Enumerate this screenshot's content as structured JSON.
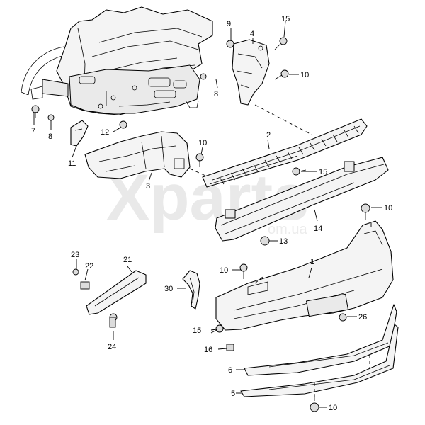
{
  "watermark": {
    "main": "Xparts",
    "sub": "om.ua"
  },
  "labels": [
    {
      "id": "p1",
      "text": "1"
    },
    {
      "id": "p2",
      "text": "2"
    },
    {
      "id": "p3",
      "text": "3"
    },
    {
      "id": "p4",
      "text": "4"
    },
    {
      "id": "p5",
      "text": "5"
    },
    {
      "id": "p6",
      "text": "6"
    },
    {
      "id": "p7",
      "text": "7"
    },
    {
      "id": "p8a",
      "text": "8"
    },
    {
      "id": "p8b",
      "text": "8"
    },
    {
      "id": "p9",
      "text": "9"
    },
    {
      "id": "p10a",
      "text": "10"
    },
    {
      "id": "p10b",
      "text": "10"
    },
    {
      "id": "p10c",
      "text": "10"
    },
    {
      "id": "p10d",
      "text": "10"
    },
    {
      "id": "p10e",
      "text": "10"
    },
    {
      "id": "p11",
      "text": "11"
    },
    {
      "id": "p12",
      "text": "12"
    },
    {
      "id": "p13",
      "text": "13"
    },
    {
      "id": "p14",
      "text": "14"
    },
    {
      "id": "p15a",
      "text": "15"
    },
    {
      "id": "p15b",
      "text": "15"
    },
    {
      "id": "p15c",
      "text": "15"
    },
    {
      "id": "p16",
      "text": "16"
    },
    {
      "id": "p21",
      "text": "21"
    },
    {
      "id": "p22",
      "text": "22"
    },
    {
      "id": "p23",
      "text": "23"
    },
    {
      "id": "p24",
      "text": "24"
    },
    {
      "id": "p26",
      "text": "26"
    },
    {
      "id": "p30",
      "text": "30"
    }
  ]
}
